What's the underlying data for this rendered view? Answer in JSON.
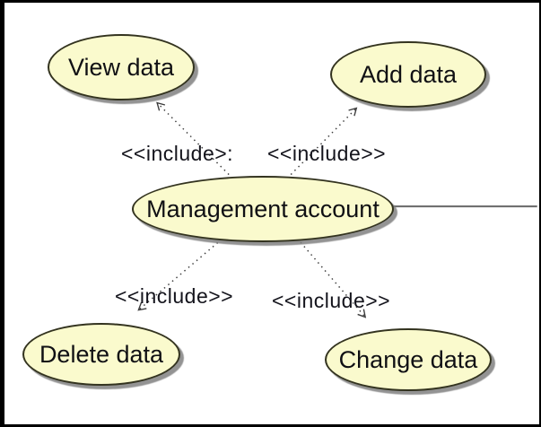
{
  "diagram": {
    "type": "uml-use-case",
    "nodes": [
      {
        "id": "view-data",
        "label": "View data"
      },
      {
        "id": "add-data",
        "label": "Add data"
      },
      {
        "id": "management-account",
        "label": "Management account"
      },
      {
        "id": "delete-data",
        "label": "Delete data"
      },
      {
        "id": "change-data",
        "label": "Change data"
      }
    ],
    "connectors": [
      {
        "from": "management-account",
        "to": "view-data",
        "style": "dotted-open-arrow",
        "label": "<<include>:"
      },
      {
        "from": "management-account",
        "to": "add-data",
        "style": "dotted-open-arrow",
        "label": "<<include>>"
      },
      {
        "from": "management-account",
        "to": "delete-data",
        "style": "dotted-open-arrow",
        "label": "<<include>>"
      },
      {
        "from": "management-account",
        "to": "change-data",
        "style": "dotted-open-arrow",
        "label": "<<include>>"
      },
      {
        "from": "management-account",
        "to": "right-edge",
        "style": "solid-association",
        "label": ""
      }
    ],
    "colors": {
      "ellipse_fill": "#fafacd",
      "ellipse_border": "#33331f",
      "shadow": "#808080",
      "dotted_line": "#3c3c3c",
      "association_line": "#707070",
      "text": "#101014",
      "background": "#ffffff",
      "frame": "#000000"
    }
  }
}
